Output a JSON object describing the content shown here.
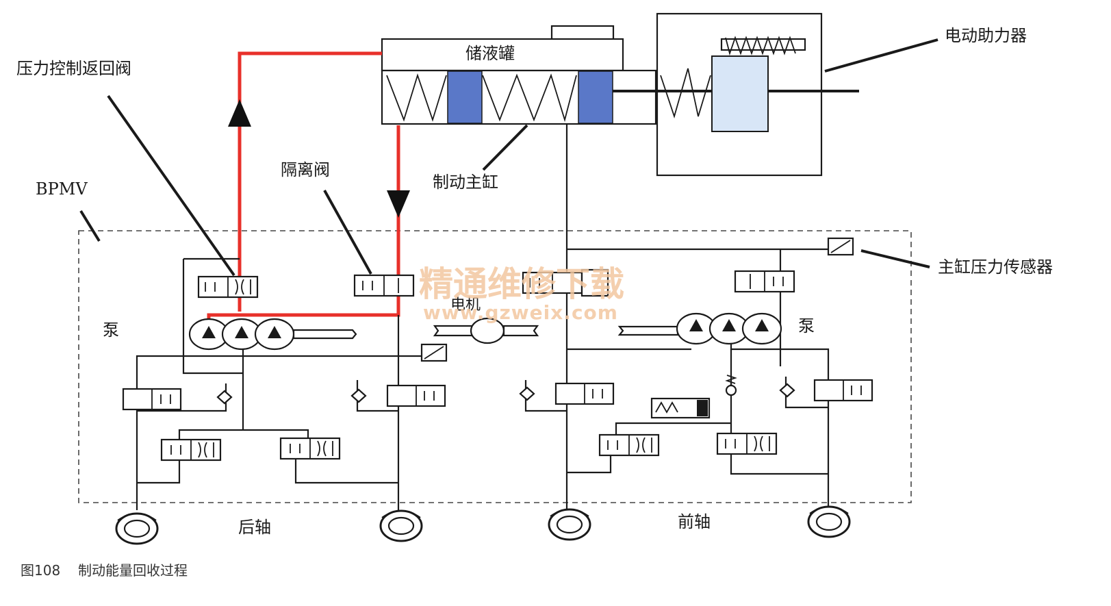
{
  "labels": {
    "reservoir": "储液罐",
    "master_cylinder": "制动主缸",
    "electric_booster": "电动助力器",
    "pressure_return_valve": "压力控制返回阀",
    "isolation_valve": "隔离阀",
    "bpmv": "BPMV",
    "pump_left": "泵",
    "pump_right": "泵",
    "motor": "电机",
    "master_pressure_sensor": "主缸压力传感器",
    "rear_axle": "后轴",
    "front_axle": "前轴"
  },
  "watermark": {
    "text": "精通维修下载",
    "url": "www.gzweix.com"
  },
  "caption": {
    "figure_no": "图108",
    "title": "制动能量回收过程"
  },
  "colors": {
    "flow": "#e8302a",
    "piston": "#5a78c8",
    "booster_block": "#d8e6f7",
    "watermark": "#f3c7a0"
  }
}
